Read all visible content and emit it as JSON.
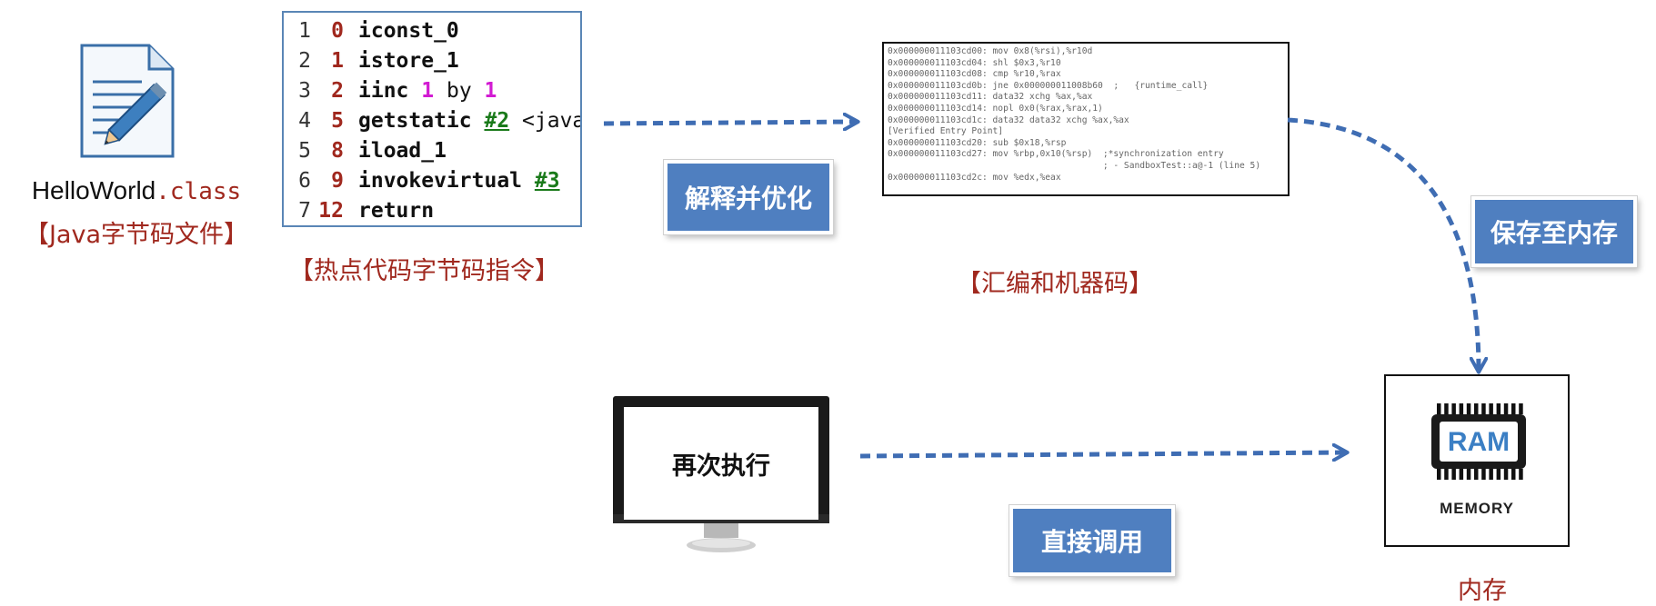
{
  "file": {
    "name_prefix": "HelloWorld",
    "name_ext": ".class",
    "caption": "【Java字节码文件】",
    "icon": "document-pencil-icon"
  },
  "bytecode": {
    "lines": [
      {
        "ln": "1",
        "off": "0",
        "op": "iconst_0",
        "args": []
      },
      {
        "ln": "2",
        "off": "1",
        "op": "istore_1",
        "args": []
      },
      {
        "ln": "3",
        "off": "2",
        "op": "iinc",
        "args": [
          {
            "t": "num",
            "v": "1"
          },
          {
            "t": "plain",
            "v": "by"
          },
          {
            "t": "num",
            "v": "1"
          }
        ]
      },
      {
        "ln": "4",
        "off": "5",
        "op": "getstatic",
        "args": [
          {
            "t": "ref",
            "v": "#2"
          },
          {
            "t": "plain",
            "v": "<java"
          }
        ]
      },
      {
        "ln": "5",
        "off": "8",
        "op": "iload_1",
        "args": []
      },
      {
        "ln": "6",
        "off": "9",
        "op": "invokevirtual",
        "args": [
          {
            "t": "ref",
            "v": "#3"
          }
        ]
      },
      {
        "ln": "7",
        "off": "12",
        "op": "return",
        "args": []
      }
    ],
    "caption": "【热点代码字节码指令】"
  },
  "labels": {
    "interpret": "解释并优化",
    "save": "保存至内存",
    "direct": "直接调用"
  },
  "assembly": {
    "lines": [
      "0x000000011103cd00: mov 0x8(%rsi),%r10d",
      "0x000000011103cd04: shl $0x3,%r10",
      "0x000000011103cd08: cmp %r10,%rax",
      "0x000000011103cd0b: jne 0x000000011008b60  ;   {runtime_call}",
      "0x000000011103cd11: data32 xchg %ax,%ax",
      "0x000000011103cd14: nopl 0x0(%rax,%rax,1)",
      "0x000000011103cd1c: data32 data32 xchg %ax,%ax",
      "[Verified Entry Point]",
      "0x000000011103cd20: sub $0x18,%rsp",
      "0x000000011103cd27: mov %rbp,0x10(%rsp)  ;*synchronization entry",
      "                                         ; - SandboxTest::a@-1 (line 5)",
      "0x000000011103cd2c: mov %edx,%eax"
    ],
    "caption": "【汇编和机器码】"
  },
  "monitor": {
    "text": "再次执行",
    "icon": "monitor-icon"
  },
  "memory": {
    "chip_label": "RAM",
    "label": "MEMORY",
    "caption": "内存",
    "icon": "ram-chip-icon"
  },
  "colors": {
    "accent_blue": "#4f7fc0",
    "arrow_blue": "#3f6db3",
    "caption_red": "#a0281e",
    "code_offset": "#a0281e",
    "code_number": "#d21bd2",
    "code_ref": "#1a7a1a"
  }
}
